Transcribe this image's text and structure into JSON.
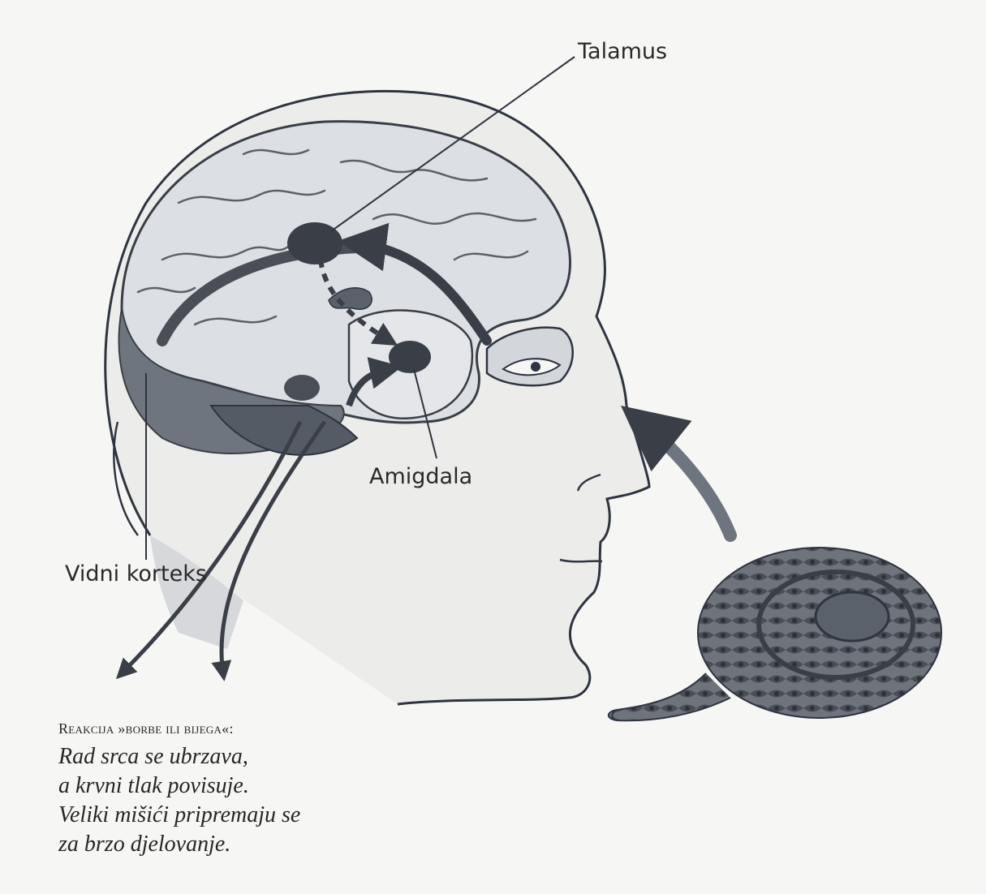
{
  "labels": {
    "talamus": "Talamus",
    "amigdala": "Amigdala",
    "vidni_korteks": "Vidni korteks"
  },
  "caption": {
    "title": "Reakcija »borbe ili bijega«:",
    "lines": [
      "Rad srca se ubrzava,",
      "a krvni tlak povisuje.",
      "Veliki mišići pripremaju se",
      "za brzo djelovanje."
    ]
  },
  "colors": {
    "ink": "#2e3440",
    "shade": "#7d848f",
    "light": "#c9ccd1",
    "paper": "#f6f6f4"
  }
}
